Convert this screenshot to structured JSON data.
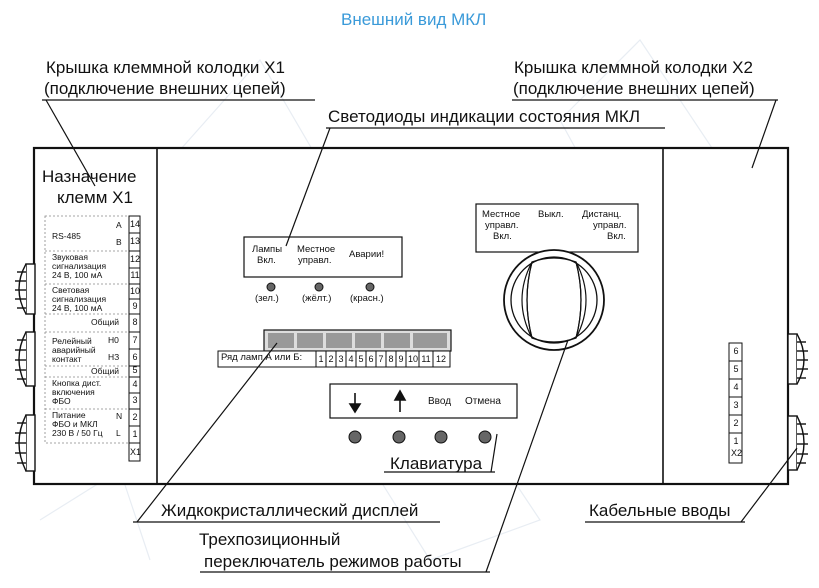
{
  "title": "Внешний вид МКЛ",
  "callouts": {
    "x1_cover_l1": "Крышка клеммной колодки Х1",
    "x1_cover_l2": "(подключение внешних цепей)",
    "x2_cover_l1": "Крышка клеммной колодки Х2",
    "x2_cover_l2": "(подключение внешних цепей)",
    "leds": "Светодиоды индикации состояния МКЛ",
    "keypad": "Клавиатура",
    "lcd": "Жидкокристаллический дисплей",
    "cable_inputs": "Кабельные вводы",
    "switch_l1": "Трехпозиционный",
    "switch_l2": "переключатель режимов работы"
  },
  "x1_panel": {
    "heading_l1": "Назначение",
    "heading_l2": "клемм Х1",
    "groups": [
      {
        "lines": [
          "RS-485"
        ],
        "sub": [
          "A",
          "B"
        ]
      },
      {
        "lines": [
          "Звуковая",
          "сигнализация",
          "24 В, 100 мА"
        ]
      },
      {
        "lines": [
          "Световая",
          "сигнализация",
          "24 В, 100 мА"
        ]
      },
      {
        "lines": [
          "Общий"
        ]
      },
      {
        "lines": [
          "Релейный",
          "аварийный",
          "контакт"
        ],
        "sub": [
          "Н0",
          "НЗ"
        ]
      },
      {
        "lines": [
          "Общий"
        ]
      },
      {
        "lines": [
          "Кнопка дист.",
          "включения",
          "ФБО"
        ]
      },
      {
        "lines": [
          "Питание",
          "ФБО и МКЛ",
          "230 В / 50 Гц"
        ],
        "sub": [
          "N",
          "L"
        ]
      }
    ],
    "terminals": [
      "14",
      "13",
      "12",
      "11",
      "10",
      "9",
      "8",
      "7",
      "6",
      "5",
      "4",
      "3",
      "2",
      "1"
    ],
    "block_label": "Х1"
  },
  "led_panel": {
    "labels": [
      {
        "l1": "Лампы",
        "l2": "Вкл."
      },
      {
        "l1": "Местное",
        "l2": "управл."
      },
      {
        "l1": "Аварии!",
        "l2": ""
      }
    ],
    "colors": [
      "(зел.)",
      "(жёлт.)",
      "(красн.)"
    ]
  },
  "lcd": {
    "caption": "Ряд ламп А или Б:",
    "cells": [
      "1",
      "2",
      "3",
      "4",
      "5",
      "6",
      "7",
      "8",
      "9",
      "10",
      "11",
      "12"
    ]
  },
  "switch_panel": {
    "pos_local_l1": "Местное",
    "pos_local_l2": "управл.",
    "pos_local_l3": "Вкл.",
    "pos_off": "Выкл.",
    "pos_remote_l1": "Дистанц.",
    "pos_remote_l2": "управл.",
    "pos_remote_l3": "Вкл."
  },
  "keypad": {
    "down_icon": "arrow-down-icon",
    "up_icon": "arrow-up-icon",
    "enter": "Ввод",
    "cancel": "Отмена"
  },
  "x2_panel": {
    "terminals": [
      "6",
      "5",
      "4",
      "3",
      "2",
      "1"
    ],
    "block_label": "Х2"
  }
}
